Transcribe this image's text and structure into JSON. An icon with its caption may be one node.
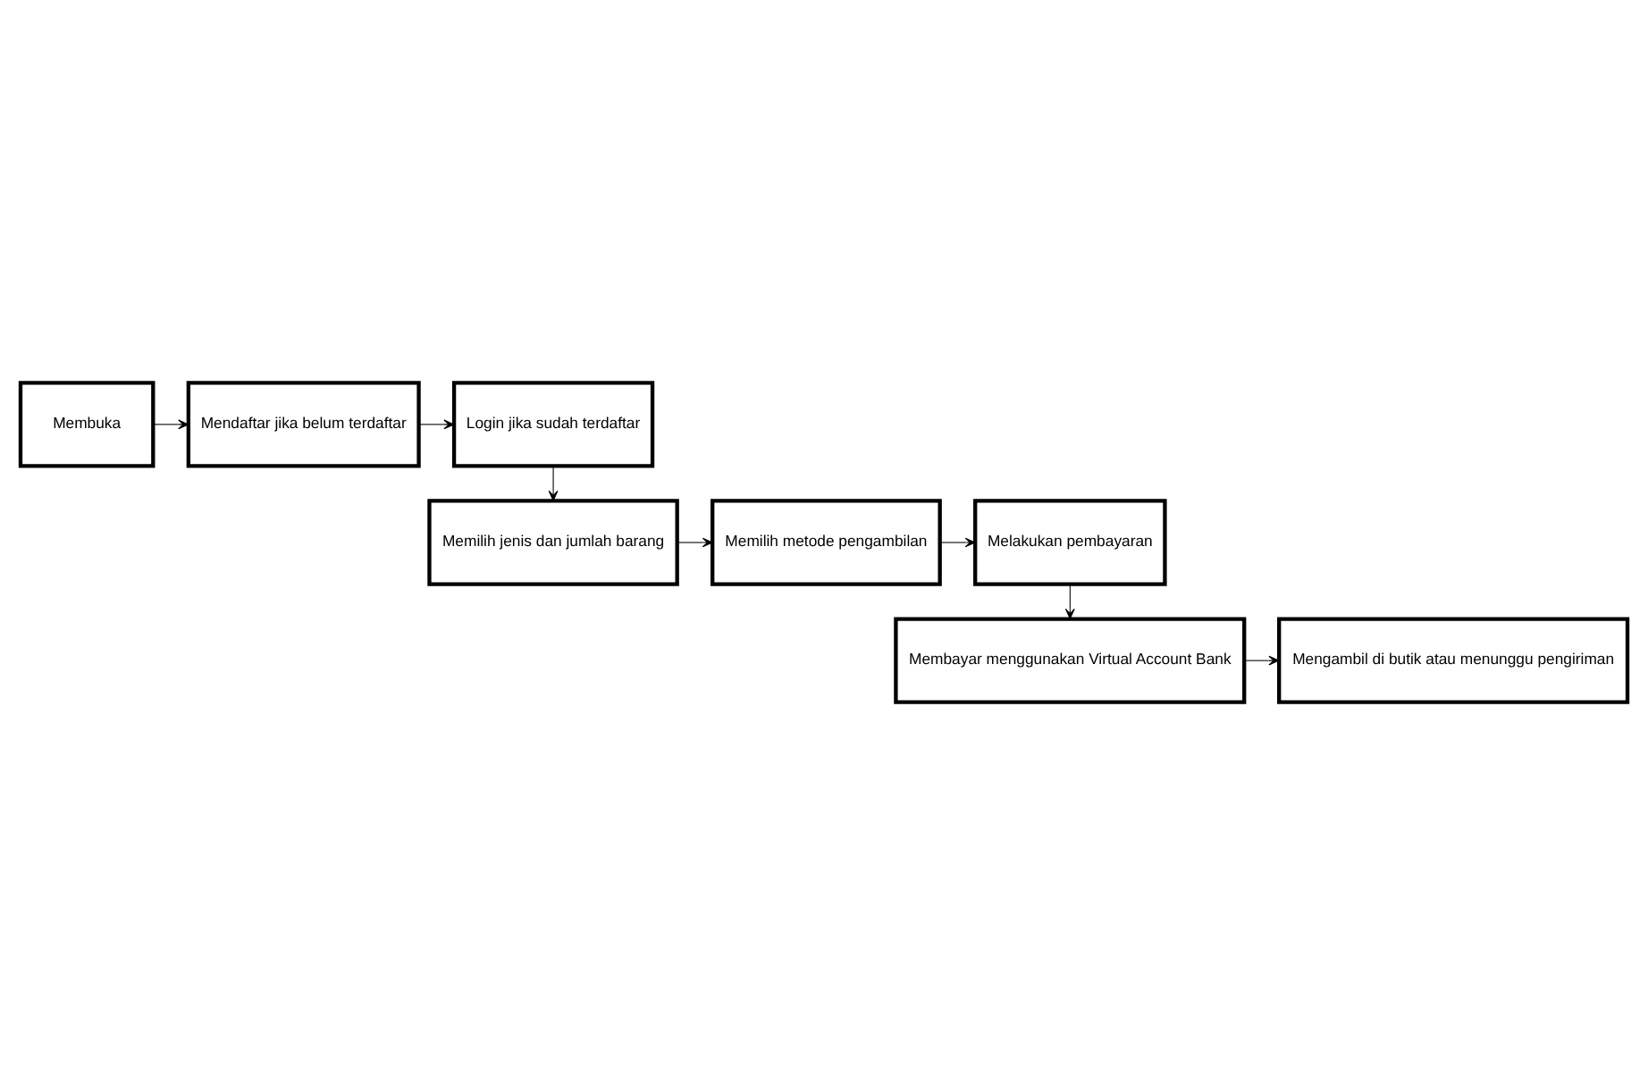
{
  "diagram": {
    "nodes": [
      {
        "text": [
          "Membuka"
        ]
      },
      {
        "text": [
          "Mendaftar jika belum terdaftar"
        ]
      },
      {
        "text": [
          "Login jika sudah terdaftar"
        ]
      },
      {
        "text": [
          "Memilih jenis dan jumlah barang"
        ]
      },
      {
        "text": [
          "Memilih metode pengambilan"
        ]
      },
      {
        "text": [
          "Melakukan pembayaran"
        ]
      },
      {
        "text": [
          "Membayar menggunakan Virtual Account Bank"
        ]
      },
      {
        "text": [
          "Mengambil di butik atau menunggu pengiriman"
        ]
      }
    ],
    "edges": [
      {
        "from": 0,
        "to": 1,
        "arrow": "to"
      },
      {
        "from": 1,
        "to": 2,
        "arrow": "to"
      },
      {
        "from": 2,
        "to": 3,
        "arrow": "to"
      },
      {
        "from": 3,
        "to": 4,
        "arrow": "to"
      },
      {
        "from": 4,
        "to": 5,
        "arrow": "to"
      },
      {
        "from": 5,
        "to": 6,
        "arrow": "to"
      },
      {
        "from": 6,
        "to": 7,
        "arrow": "to"
      }
    ]
  }
}
